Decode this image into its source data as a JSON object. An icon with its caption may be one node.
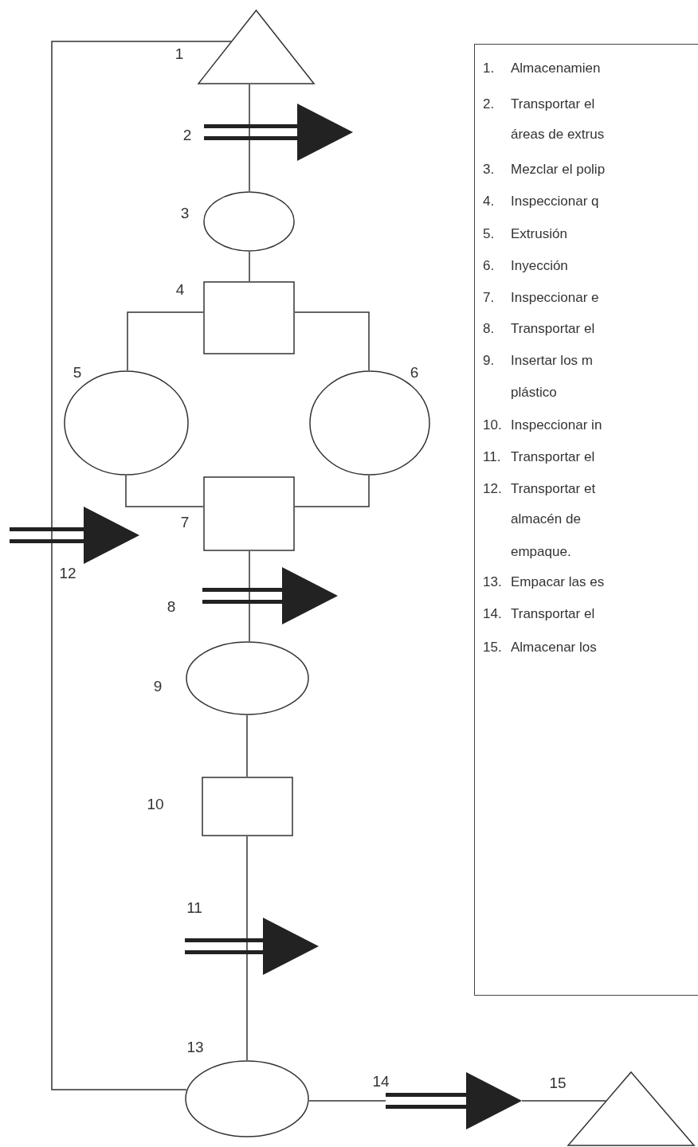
{
  "diagram": {
    "nodes": [
      {
        "text": [],
        "shape": "triangle",
        "beside": [
          "1"
        ]
      },
      {
        "text": [],
        "shape": "arrow",
        "beside": [
          "2"
        ]
      },
      {
        "text": [],
        "shape": "ellipse",
        "beside": [
          "3"
        ]
      },
      {
        "text": [],
        "shape": "box",
        "beside": [
          "4"
        ]
      },
      {
        "text": [],
        "shape": "ellipse",
        "beside": [
          "5"
        ]
      },
      {
        "text": [],
        "shape": "ellipse",
        "beside": [
          "6"
        ]
      },
      {
        "text": [],
        "shape": "box",
        "beside": [
          "7"
        ]
      },
      {
        "text": [],
        "shape": "arrow",
        "beside": [
          "12"
        ]
      },
      {
        "text": [],
        "shape": "arrow",
        "beside": [
          "8"
        ]
      },
      {
        "text": [],
        "shape": "ellipse",
        "beside": [
          "9"
        ]
      },
      {
        "text": [],
        "shape": "box",
        "beside": [
          "10"
        ]
      },
      {
        "text": [],
        "shape": "arrow",
        "beside": [
          "11"
        ]
      },
      {
        "text": [],
        "shape": "ellipse",
        "beside": [
          "13"
        ]
      },
      {
        "text": [],
        "shape": "arrow",
        "beside": [
          "14"
        ]
      },
      {
        "text": [],
        "shape": "triangle",
        "beside": [
          "15"
        ]
      },
      {
        "text": [
          "1.",
          "Almacenamien",
          "2.",
          "Transportar el",
          "áreas de extrus",
          "3.",
          "Mezclar el polip",
          "4.",
          "Inspeccionar q",
          "5.",
          "Extrusión",
          "6.",
          "Inyección",
          "7.",
          "Inspeccionar e",
          "8.",
          "Transportar el",
          "9.",
          "Insertar los m",
          "plástico",
          "10.",
          "Inspeccionar in",
          "11.",
          "Transportar el",
          "12.",
          "Transportar et",
          "almacén de",
          "empaque.",
          "13.",
          "Empacar las es",
          "14.",
          "Transportar el",
          "15.",
          "Almacenar los"
        ]
      }
    ],
    "edges": [
      {
        "from": 0,
        "to": 1,
        "arrow": "none"
      },
      {
        "from": 1,
        "to": 2,
        "arrow": "none"
      },
      {
        "from": 2,
        "to": 3,
        "arrow": "none"
      },
      {
        "from": 3,
        "to": 4,
        "arrow": "none"
      },
      {
        "from": 3,
        "to": 5,
        "arrow": "none"
      },
      {
        "from": 4,
        "to": 6,
        "arrow": "none"
      },
      {
        "from": 5,
        "to": 6,
        "arrow": "none"
      },
      {
        "from": 6,
        "to": 8,
        "arrow": "none"
      },
      {
        "from": 8,
        "to": 9,
        "arrow": "none"
      },
      {
        "from": 9,
        "to": 10,
        "arrow": "none"
      },
      {
        "from": 10,
        "to": 11,
        "arrow": "none"
      },
      {
        "from": 11,
        "to": 12,
        "arrow": "none"
      },
      {
        "from": 12,
        "to": 7,
        "arrow": "none"
      },
      {
        "from": 7,
        "to": 0,
        "arrow": "none"
      },
      {
        "from": 12,
        "to": 13,
        "arrow": "none"
      },
      {
        "from": 13,
        "to": 14,
        "arrow": "none"
      }
    ]
  }
}
